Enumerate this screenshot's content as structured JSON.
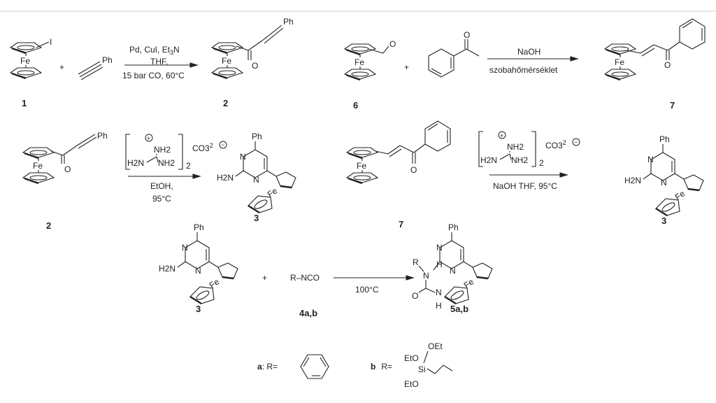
{
  "scheme": {
    "reaction1": {
      "reactant_label": "1",
      "iodo": "I",
      "fe": "Fe",
      "plus": "+",
      "alkyne_ph": "Ph",
      "conditions": [
        "Pd, CuI, Et",
        "3",
        "N",
        "THF,",
        "15 bar CO, 60°C"
      ],
      "product_label": "2",
      "product_ph": "Ph",
      "product_o": "O"
    },
    "reaction2": {
      "reactant_label": "6",
      "aldehyde_o": "O",
      "fe": "Fe",
      "plus": "+",
      "ketone_o": "O",
      "reagent": "NaOH",
      "condition": "szobahőmérséklet",
      "product_label": "7",
      "product_o": "O"
    },
    "reaction3": {
      "reactant_label": "2",
      "ph": "Ph",
      "o": "O",
      "fe": "Fe",
      "guanidinium": {
        "plus": "+",
        "nh2_top": "NH2",
        "h2n": "H2N",
        "nh2_right": "NH2",
        "stoich": "2",
        "carbonate": "CO3",
        "charge": "2",
        "minus": "−"
      },
      "conditions": [
        "EtOH,",
        "95°C"
      ],
      "product": {
        "ph": "Ph",
        "n1": "N",
        "n2": "N",
        "h2n": "H2N",
        "fe": "Fe",
        "label": "3"
      }
    },
    "reaction4": {
      "reactant_label": "7",
      "o": "O",
      "fe": "Fe",
      "guanidinium": {
        "plus": "+",
        "nh2_top": "NH2",
        "h2n": "H2N",
        "nh2_right": "NH2",
        "stoich": "2",
        "carbonate": "CO3",
        "charge": "2",
        "minus": "−"
      },
      "conditions": "NaOH THF, 95°C",
      "product": {
        "ph": "Ph",
        "n1": "N",
        "n2": "N",
        "h2n": "H2N",
        "fe": "Fe",
        "label": "3"
      }
    },
    "reaction5": {
      "reactant": {
        "ph": "Ph",
        "n1": "N",
        "n2": "N",
        "h2n": "H2N",
        "fe": "Fe",
        "label": "3"
      },
      "plus": "+",
      "isocyanate": "R–NCO",
      "isocyanate_label": "4a,b",
      "condition": "100°C",
      "product": {
        "ph": "Ph",
        "r": "R",
        "n_h": "N",
        "h": "H",
        "n1": "N",
        "n2": "N",
        "o": "O",
        "nh": "N",
        "nh_h": "H",
        "fe": "Fe",
        "label": "5a,b"
      }
    },
    "substituents": {
      "a_label": "a",
      "a_text": ": R=",
      "b_label": "b",
      "b_text": "R=",
      "b_groups": [
        "EtO",
        "OEt",
        "Si",
        "EtO"
      ]
    }
  }
}
